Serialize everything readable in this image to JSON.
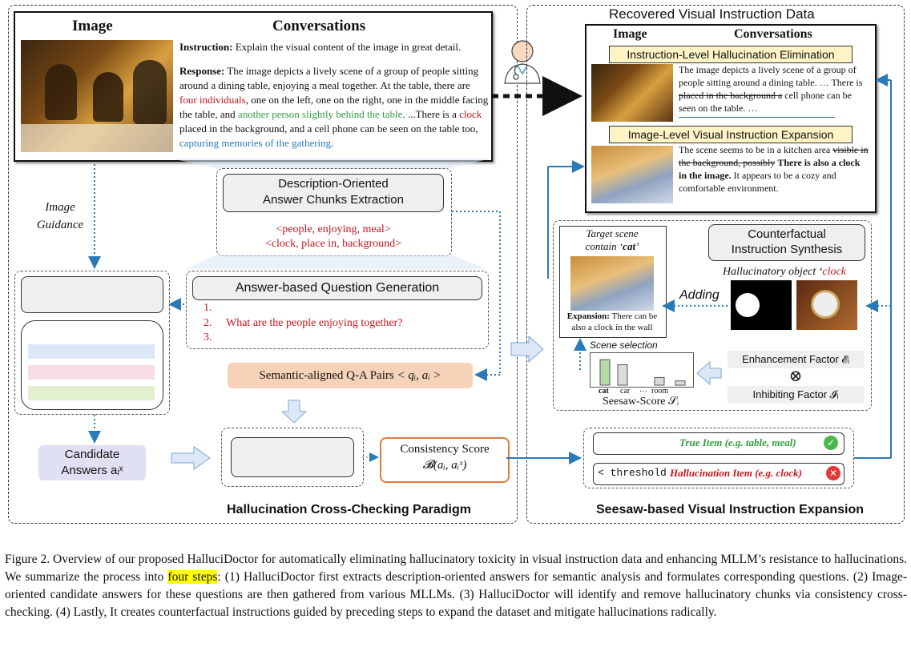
{
  "left_panel": {
    "image_header": "Image",
    "conversations_header": "Conversations",
    "instruction_label": "Instruction:",
    "instruction_text": " Explain the visual content of the image in great detail.",
    "response_label": "Response:",
    "response_parts": [
      {
        "text": " The image depicts a lively scene of a group of people sitting around a dining table, enjoying a meal together. At the table, there are ",
        "color": "plain"
      },
      {
        "text": "four individuals",
        "color": "red"
      },
      {
        "text": ", one on the left, one on the right, one in the middle facing the table, and ",
        "color": "plain"
      },
      {
        "text": "another person slightly behind the table",
        "color": "green"
      },
      {
        "text": ". ...There is a ",
        "color": "plain"
      },
      {
        "text": "clock",
        "color": "red"
      },
      {
        "text": " placed in the background, and a cell phone can be seen on the table too, ",
        "color": "plain"
      },
      {
        "text": "capturing memories of the gathering",
        "color": "blue"
      },
      {
        "text": ".",
        "color": "plain"
      }
    ],
    "image_guidance_line1": "Image",
    "image_guidance_line2": "Guidance",
    "desc_box_line1": "Description-Oriented",
    "desc_box_line2": "Answer Chunks Extraction",
    "chunk1": "<people, enjoying, meal>",
    "chunk2": "<clock, place in, background>",
    "qgen_title": "Answer-based Question Generation",
    "q1_num": "1.",
    "q2_num": "2.",
    "q2_text": "What are the people enjoying together?",
    "q3_num": "3.",
    "qa_pairs_text": "Semantic-aligned Q-A Pairs",
    "qa_pairs_math": "< qᵢ, aᵢ >",
    "candidate_line1": "Candidate",
    "candidate_line2": "Answers aᵢˣ",
    "consistency_line1": "Consistency Score",
    "consistency_line2": "𝓑(aᵢ, aᵢˣ)",
    "panel_title": "Hallucination Cross-Checking Paradigm"
  },
  "right_panel": {
    "recovered_title": "Recovered Visual Instruction Data",
    "image_header": "Image",
    "conversations_header": "Conversations",
    "elim_label": "Instruction-Level Hallucination Elimination",
    "elim_text_a": "The image depicts a lively scene of a group of people sitting around a dining table. …",
    "elim_text_b": "There is",
    "elim_strike": "placed in the background a",
    "elim_text_c": "cell phone can be seen on the table. …",
    "expand_label": "Image-Level Visual Instruction Expansion",
    "expand_text_a": "The scene seems to be in a kitchen area",
    "expand_strike": "visible in the background, possibly",
    "expand_bold": "There is also a clock in the image.",
    "expand_text_c": " It appears to be a cozy and comfortable environment.",
    "target_line1": "Target scene",
    "target_line2_pre": "contain ‘",
    "target_word": "cat",
    "target_line2_post": "’",
    "expansion_label": "Expansion:",
    "expansion_text": " There can be also a clock in the wall",
    "counterfactual_line1": "Counterfactual",
    "counterfactual_line2": "Instruction Synthesis",
    "halluc_obj_pre": "Hallucinatory object ‘",
    "halluc_obj_word": "clock",
    "adding_label": "Adding",
    "scene_selection": "Scene selection",
    "bar_labels": [
      "cat",
      "car",
      "…",
      "room"
    ],
    "seesaw_label": "Seesaw-Score 𝒮ᵢ",
    "enhancement": "Enhancement Factor 𝓔ᵢ",
    "otimes": "⊗",
    "inhibiting": "Inhibiting Factor 𝓘ᵢ",
    "true_item": "True Item (e.g. table, meal)",
    "threshold": "< threshold",
    "halluc_item": "Hallucination Item (e.g. clock)",
    "panel_title": "Seesaw-based Visual Instruction Expansion"
  },
  "chart_data": {
    "type": "bar",
    "categories": [
      "cat",
      "car",
      "…",
      "room",
      ""
    ],
    "values": [
      30,
      24,
      0,
      9,
      5
    ],
    "title": "",
    "xlabel": "Seesaw-Score 𝒮ᵢ",
    "ylabel": ""
  },
  "caption": {
    "pre": "Figure 2.  Overview of our proposed HalluciDoctor for automatically eliminating hallucinatory toxicity in visual instruction data and enhancing MLLM’s resistance to hallucinations. We summarize the process into ",
    "highlight": "four steps",
    "post": ": (1) HalluciDoctor first extracts description-oriented answers for semantic analysis and formulates corresponding questions. (2) Image-oriented candidate answers for these questions are then gathered from various MLLMs. (3) HalluciDoctor will identify and remove hallucinatory chunks via consistency cross-checking. (4) Lastly, It creates counterfactual instructions guided by preceding steps to expand the dataset and mitigate hallucinations radically."
  },
  "colors": {
    "highlight": "#ffff00",
    "red": "#c8141e",
    "green": "#2e9e3e",
    "blue": "#2a7ab8",
    "qa_fill": "#f6d2b8",
    "candidate_fill": "#dfe0f3",
    "consistency_border": "#e07a3c",
    "label_fill": "#fdf3c4"
  }
}
